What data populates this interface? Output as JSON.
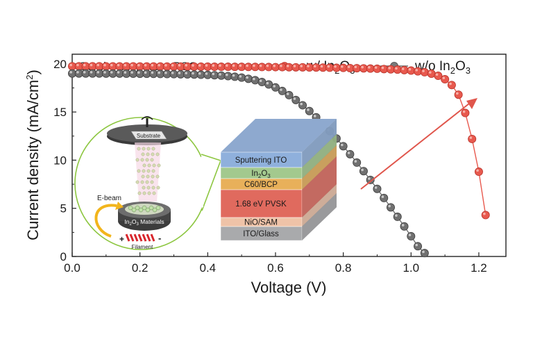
{
  "chart_data": {
    "type": "scatter",
    "annotation": "Semi-transparent PSCs",
    "xlabel": "Voltage (V)",
    "ylabel_main": "Current density (mA/cm",
    "ylabel_sup": "2",
    "ylabel_close": ")",
    "xlim": [
      0.0,
      1.28
    ],
    "ylim": [
      0,
      21
    ],
    "xticks": [
      "0.0",
      "0.2",
      "0.4",
      "0.6",
      "0.8",
      "1.0",
      "1.2"
    ],
    "yticks": [
      "0",
      "5",
      "10",
      "15",
      "20"
    ],
    "legend_position": "top-right",
    "series": [
      {
        "legend_prefix": "w/  In",
        "legend_sub": "2",
        "legend_mid": "O",
        "legend_sub2": "3",
        "color": "#e0564c",
        "points": [
          [
            0.0,
            19.75
          ],
          [
            0.02,
            19.75
          ],
          [
            0.04,
            19.75
          ],
          [
            0.06,
            19.75
          ],
          [
            0.08,
            19.75
          ],
          [
            0.1,
            19.74
          ],
          [
            0.12,
            19.74
          ],
          [
            0.14,
            19.74
          ],
          [
            0.16,
            19.74
          ],
          [
            0.18,
            19.74
          ],
          [
            0.2,
            19.73
          ],
          [
            0.22,
            19.73
          ],
          [
            0.24,
            19.73
          ],
          [
            0.26,
            19.73
          ],
          [
            0.28,
            19.72
          ],
          [
            0.3,
            19.72
          ],
          [
            0.32,
            19.72
          ],
          [
            0.34,
            19.72
          ],
          [
            0.36,
            19.71
          ],
          [
            0.38,
            19.71
          ],
          [
            0.4,
            19.71
          ],
          [
            0.42,
            19.7
          ],
          [
            0.44,
            19.7
          ],
          [
            0.46,
            19.7
          ],
          [
            0.48,
            19.69
          ],
          [
            0.5,
            19.69
          ],
          [
            0.52,
            19.68
          ],
          [
            0.54,
            19.68
          ],
          [
            0.56,
            19.67
          ],
          [
            0.58,
            19.67
          ],
          [
            0.6,
            19.66
          ],
          [
            0.62,
            19.66
          ],
          [
            0.64,
            19.65
          ],
          [
            0.66,
            19.64
          ],
          [
            0.68,
            19.64
          ],
          [
            0.7,
            19.63
          ],
          [
            0.72,
            19.62
          ],
          [
            0.74,
            19.61
          ],
          [
            0.76,
            19.6
          ],
          [
            0.78,
            19.59
          ],
          [
            0.8,
            19.58
          ],
          [
            0.82,
            19.56
          ],
          [
            0.84,
            19.55
          ],
          [
            0.86,
            19.53
          ],
          [
            0.88,
            19.51
          ],
          [
            0.9,
            19.49
          ],
          [
            0.92,
            19.46
          ],
          [
            0.94,
            19.43
          ],
          [
            0.96,
            19.4
          ],
          [
            0.98,
            19.35
          ],
          [
            1.0,
            19.3
          ],
          [
            1.02,
            19.22
          ],
          [
            1.04,
            19.13
          ],
          [
            1.06,
            18.98
          ],
          [
            1.08,
            18.76
          ],
          [
            1.1,
            18.4
          ],
          [
            1.12,
            17.8
          ],
          [
            1.14,
            16.8
          ],
          [
            1.16,
            14.9
          ],
          [
            1.18,
            12.2
          ],
          [
            1.2,
            8.8
          ],
          [
            1.22,
            4.3
          ]
        ]
      },
      {
        "legend_prefix": "w/o In",
        "legend_sub": "2",
        "legend_mid": "O",
        "legend_sub2": "3",
        "color": "#6b6b6b",
        "points": [
          [
            0.0,
            19.0
          ],
          [
            0.02,
            19.0
          ],
          [
            0.04,
            19.0
          ],
          [
            0.06,
            19.0
          ],
          [
            0.08,
            19.0
          ],
          [
            0.1,
            18.99
          ],
          [
            0.12,
            18.99
          ],
          [
            0.14,
            18.99
          ],
          [
            0.16,
            18.98
          ],
          [
            0.18,
            18.98
          ],
          [
            0.2,
            18.97
          ],
          [
            0.22,
            18.97
          ],
          [
            0.24,
            18.96
          ],
          [
            0.26,
            18.95
          ],
          [
            0.28,
            18.94
          ],
          [
            0.3,
            18.93
          ],
          [
            0.32,
            18.92
          ],
          [
            0.34,
            18.91
          ],
          [
            0.36,
            18.89
          ],
          [
            0.38,
            18.87
          ],
          [
            0.4,
            18.85
          ],
          [
            0.42,
            18.82
          ],
          [
            0.44,
            18.78
          ],
          [
            0.46,
            18.73
          ],
          [
            0.48,
            18.66
          ],
          [
            0.5,
            18.57
          ],
          [
            0.52,
            18.45
          ],
          [
            0.54,
            18.3
          ],
          [
            0.56,
            18.11
          ],
          [
            0.58,
            17.86
          ],
          [
            0.6,
            17.55
          ],
          [
            0.62,
            17.18
          ],
          [
            0.64,
            16.75
          ],
          [
            0.66,
            16.25
          ],
          [
            0.68,
            15.7
          ],
          [
            0.7,
            15.1
          ],
          [
            0.72,
            14.45
          ],
          [
            0.74,
            13.75
          ],
          [
            0.76,
            13.02
          ],
          [
            0.78,
            12.25
          ],
          [
            0.8,
            11.45
          ],
          [
            0.82,
            10.62
          ],
          [
            0.84,
            9.75
          ],
          [
            0.86,
            8.86
          ],
          [
            0.88,
            7.95
          ],
          [
            0.9,
            7.02
          ],
          [
            0.92,
            6.07
          ],
          [
            0.94,
            5.1
          ],
          [
            0.96,
            4.12
          ],
          [
            0.98,
            3.12
          ],
          [
            1.0,
            2.1
          ],
          [
            1.02,
            1.06
          ],
          [
            1.04,
            0.35
          ]
        ]
      }
    ]
  },
  "inset": {
    "substrate_label": "Substrate",
    "ebeam_label": "E-beam",
    "material_prefix": "In",
    "material_sub": "2",
    "material_mid": "O",
    "material_sub2": "3",
    "material_suffix": " Materials",
    "filament_label": "Filament",
    "plus_sign": "+",
    "minus_sign": "-"
  },
  "device_stack": {
    "layers": [
      {
        "label": "Sputtering ITO",
        "color": "#8fb0dc"
      },
      {
        "label_main": "In",
        "label_sub": "2",
        "label_mid": "O",
        "label_sub2": "3",
        "color": "#a3c98e"
      },
      {
        "label": "C60/BCP",
        "color": "#e8b05a"
      },
      {
        "label": "1.68 eV PVSK",
        "color": "#e06a5e"
      },
      {
        "label": "NiO/SAM",
        "color": "#efc3a8"
      },
      {
        "label": "ITO/Glass",
        "color": "#a9aaac"
      }
    ]
  }
}
